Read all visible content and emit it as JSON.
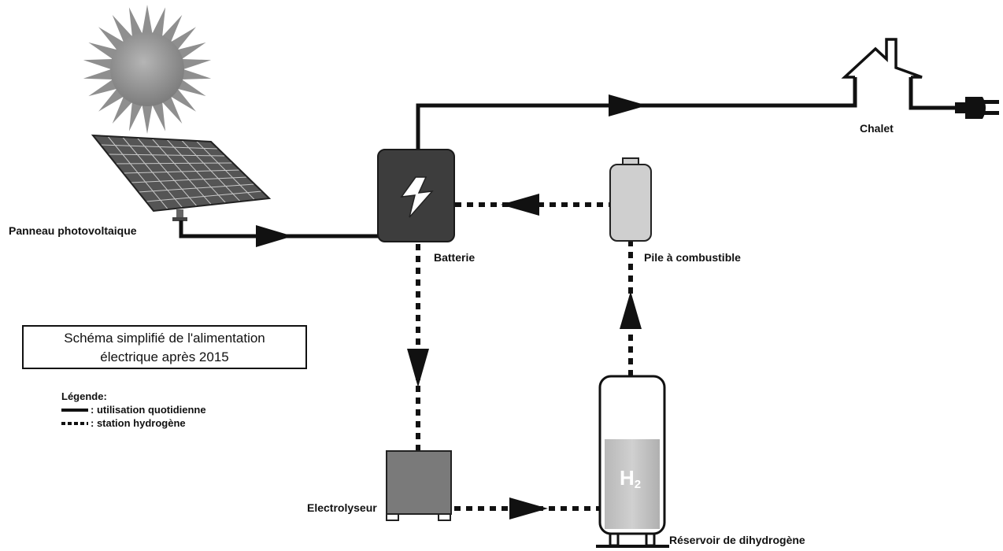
{
  "labels": {
    "panel": "Panneau photovoltaique",
    "battery": "Batterie",
    "chalet": "Chalet",
    "fuel_cell": "Pile à combustible",
    "electrolyser": "Electrolyseur",
    "reservoir": "Réservoir de dihydrogène",
    "h2": "H2"
  },
  "title": {
    "line1": "Schéma simplifié de l'alimentation",
    "line2": "électrique après 2015"
  },
  "legend": {
    "title": "Légende:",
    "solid": ": utilisation quotidienne",
    "dotted": ": station hydrogène"
  },
  "icons": [
    "sun-icon",
    "solar-panel-icon",
    "lightning-icon",
    "house-icon",
    "plug-icon"
  ],
  "colors": {
    "line": "#111111",
    "battery": "#3d3d3d",
    "electrolyser": "#7a7a7a",
    "fuel_cell": "#cfcfcf",
    "h2_fill": "#c4c4c4",
    "sun": "#9a9a9a"
  }
}
